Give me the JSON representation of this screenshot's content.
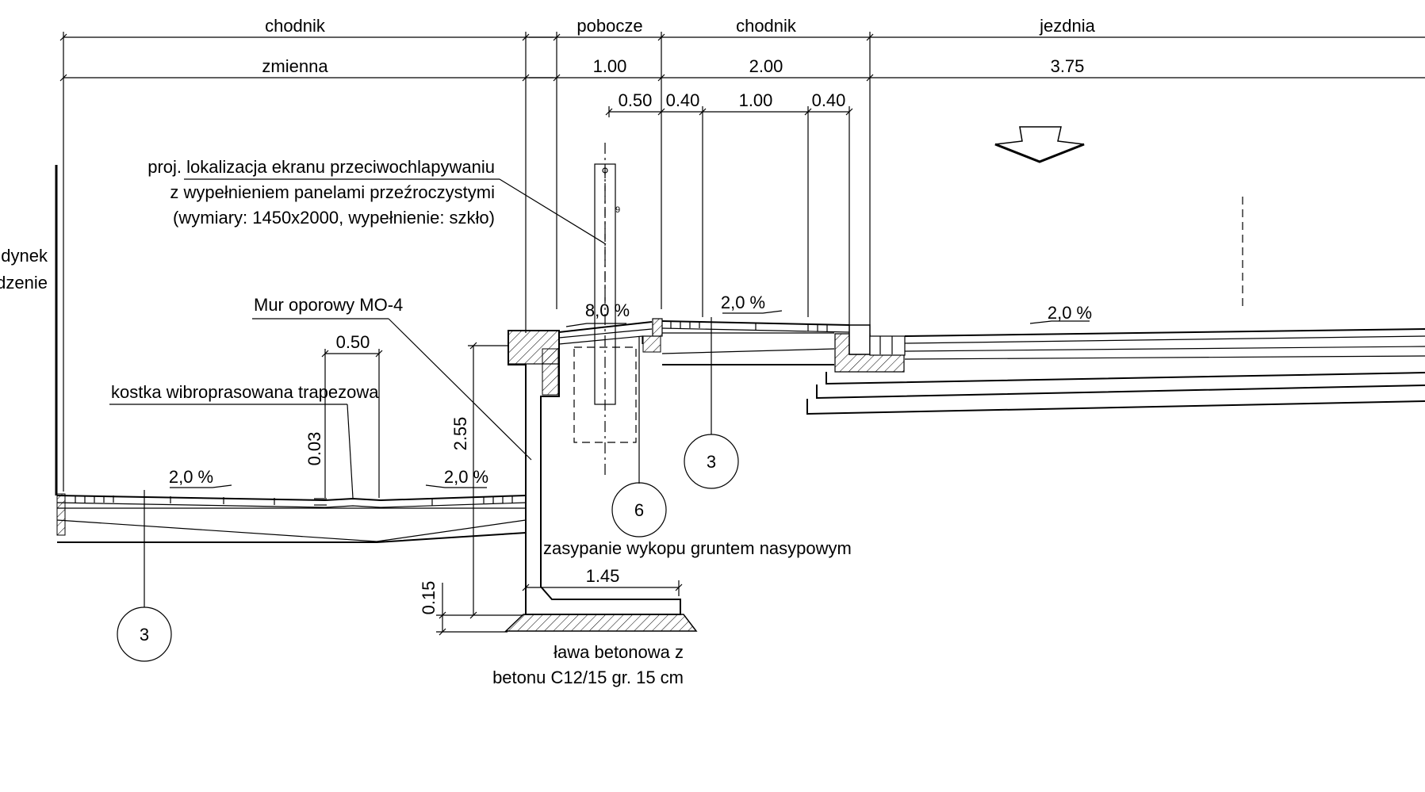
{
  "headers": {
    "chodnik_left": "chodnik",
    "pobocze": "pobocze",
    "chodnik_right": "chodnik",
    "jezdnia": "jezdnia"
  },
  "widths": {
    "zmienna": "zmienna",
    "pobocze_w": "1.00",
    "chodnik_w": "2.00",
    "jezdnia_w": "3.75"
  },
  "subdims": {
    "d050": "0.50",
    "d040a": "0.40",
    "d100": "1.00",
    "d040b": "0.40"
  },
  "screen_note": {
    "line1": "proj. lokalizacja ekranu przeciwochlapywaniu",
    "line2": "z wypełnieniem panelami przeźroczystymi",
    "line3": "(wymiary: 1450x2000, wypełnienie: szkło)"
  },
  "building": {
    "line1": "udynek",
    "line2": "odzenie"
  },
  "wall_label": "Mur oporowy MO-4",
  "paver_label": "kostka wibroprasowana trapezowa",
  "gutter_width": "0.50",
  "gutter_depth": "0.03",
  "wall_height": "2.55",
  "footing_thick": "0.15",
  "footing_width": "1.45",
  "backfill_label": "zasypanie wykopu gruntem nasypowym",
  "footing_note": {
    "line1": "ława betonowa z",
    "line2": "betonu C12/15 gr. 15 cm"
  },
  "slopes": {
    "left_walk_a": "2,0 %",
    "left_walk_b": "2,0 %",
    "shoulder": "8,0 %",
    "walk_right": "2,0 %",
    "road": "2,0 %"
  },
  "markers": {
    "m3_left": "3",
    "m3_right": "3",
    "m6": "6"
  },
  "screen_tag": "9"
}
